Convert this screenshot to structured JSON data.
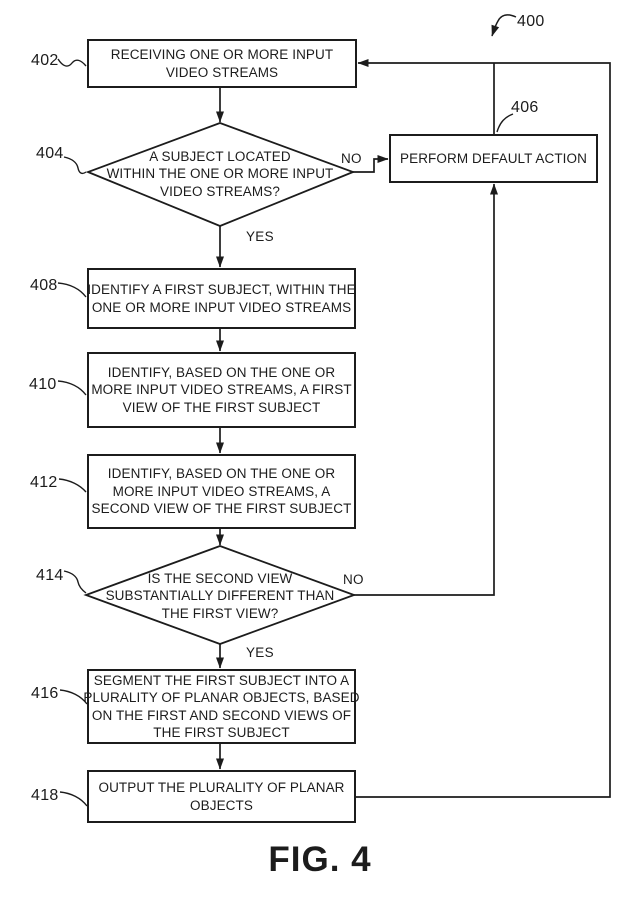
{
  "figure": {
    "number_label": "400",
    "caption": "FIG. 4",
    "colors": {
      "ink": "#1c1c1c",
      "background": "#ffffff"
    },
    "nodes": [
      {
        "ref": "402",
        "type": "process",
        "lines": [
          "RECEIVING ONE OR MORE INPUT",
          "VIDEO STREAMS"
        ]
      },
      {
        "ref": "404",
        "type": "decision",
        "lines": [
          "A SUBJECT LOCATED",
          "WITHIN THE ONE OR MORE INPUT",
          "VIDEO STREAMS?"
        ]
      },
      {
        "ref": "406",
        "type": "process",
        "lines": [
          "PERFORM DEFAULT ACTION"
        ]
      },
      {
        "ref": "408",
        "type": "process",
        "lines": [
          "IDENTIFY A FIRST SUBJECT, WITHIN THE",
          "ONE OR MORE INPUT VIDEO STREAMS"
        ]
      },
      {
        "ref": "410",
        "type": "process",
        "lines": [
          "IDENTIFY, BASED ON THE ONE OR",
          "MORE INPUT VIDEO STREAMS, A FIRST",
          "VIEW OF THE FIRST SUBJECT"
        ]
      },
      {
        "ref": "412",
        "type": "process",
        "lines": [
          "IDENTIFY, BASED ON THE ONE OR",
          "MORE INPUT VIDEO STREAMS, A",
          "SECOND VIEW OF THE FIRST SUBJECT"
        ]
      },
      {
        "ref": "414",
        "type": "decision",
        "lines": [
          "IS THE SECOND VIEW",
          "SUBSTANTIALLY DIFFERENT THAN",
          "THE FIRST VIEW?"
        ]
      },
      {
        "ref": "416",
        "type": "process",
        "lines": [
          "SEGMENT THE FIRST SUBJECT INTO A",
          "PLURALITY OF PLANAR OBJECTS, BASED",
          "ON THE FIRST AND SECOND VIEWS OF",
          "THE FIRST SUBJECT"
        ]
      },
      {
        "ref": "418",
        "type": "process",
        "lines": [
          "OUTPUT THE PLURALITY OF PLANAR",
          "OBJECTS"
        ]
      }
    ],
    "branches": [
      {
        "from": "404",
        "to": "406",
        "label": "NO"
      },
      {
        "from": "404",
        "to": "408",
        "label": "YES"
      },
      {
        "from": "414",
        "to": "406",
        "label": "NO"
      },
      {
        "from": "414",
        "to": "416",
        "label": "YES"
      }
    ]
  }
}
